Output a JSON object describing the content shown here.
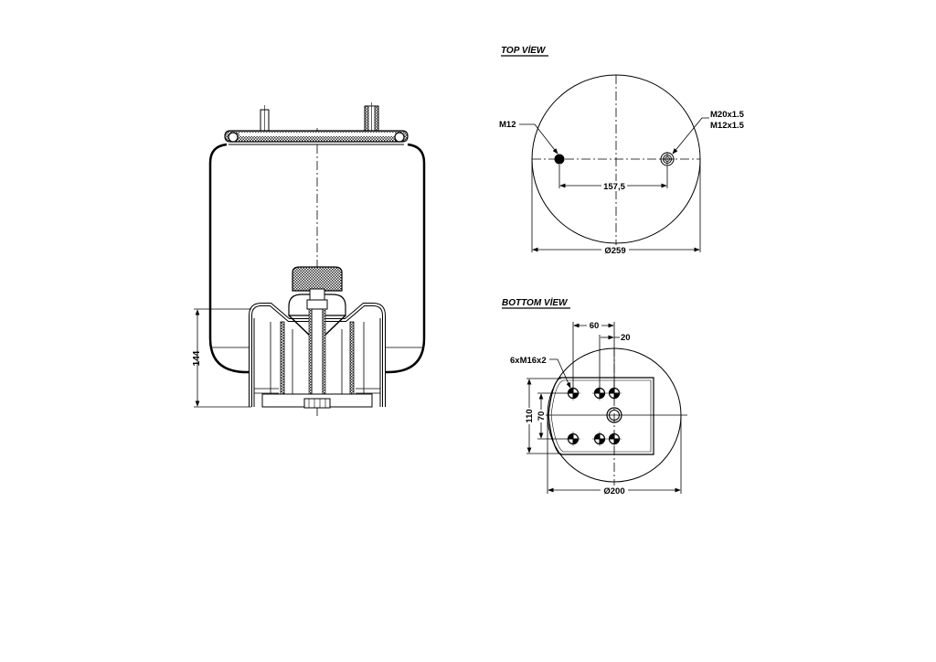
{
  "drawing": {
    "type": "air spring technical drawing",
    "side_view": {
      "dimensions": {
        "height_label": "144"
      }
    },
    "top_view": {
      "title": "TOP VİEW",
      "callouts": {
        "left_stud": "M12",
        "right_port_line1": "M20x1.5",
        "right_port_line2": "M12x1.5"
      },
      "dimensions": {
        "stud_spacing": "157,5",
        "diameter": "Ø259"
      }
    },
    "bottom_view": {
      "title": "BOTTOM VİEW",
      "callouts": {
        "bolts": "6xM16x2"
      },
      "dimensions": {
        "horizontal_outer": "60",
        "horizontal_inner": "20",
        "vertical_outer": "110",
        "vertical_inner": "70",
        "diameter": "Ø200"
      }
    },
    "colors": {
      "line": "#000000",
      "background": "#ffffff",
      "hatch": "#555555"
    }
  }
}
